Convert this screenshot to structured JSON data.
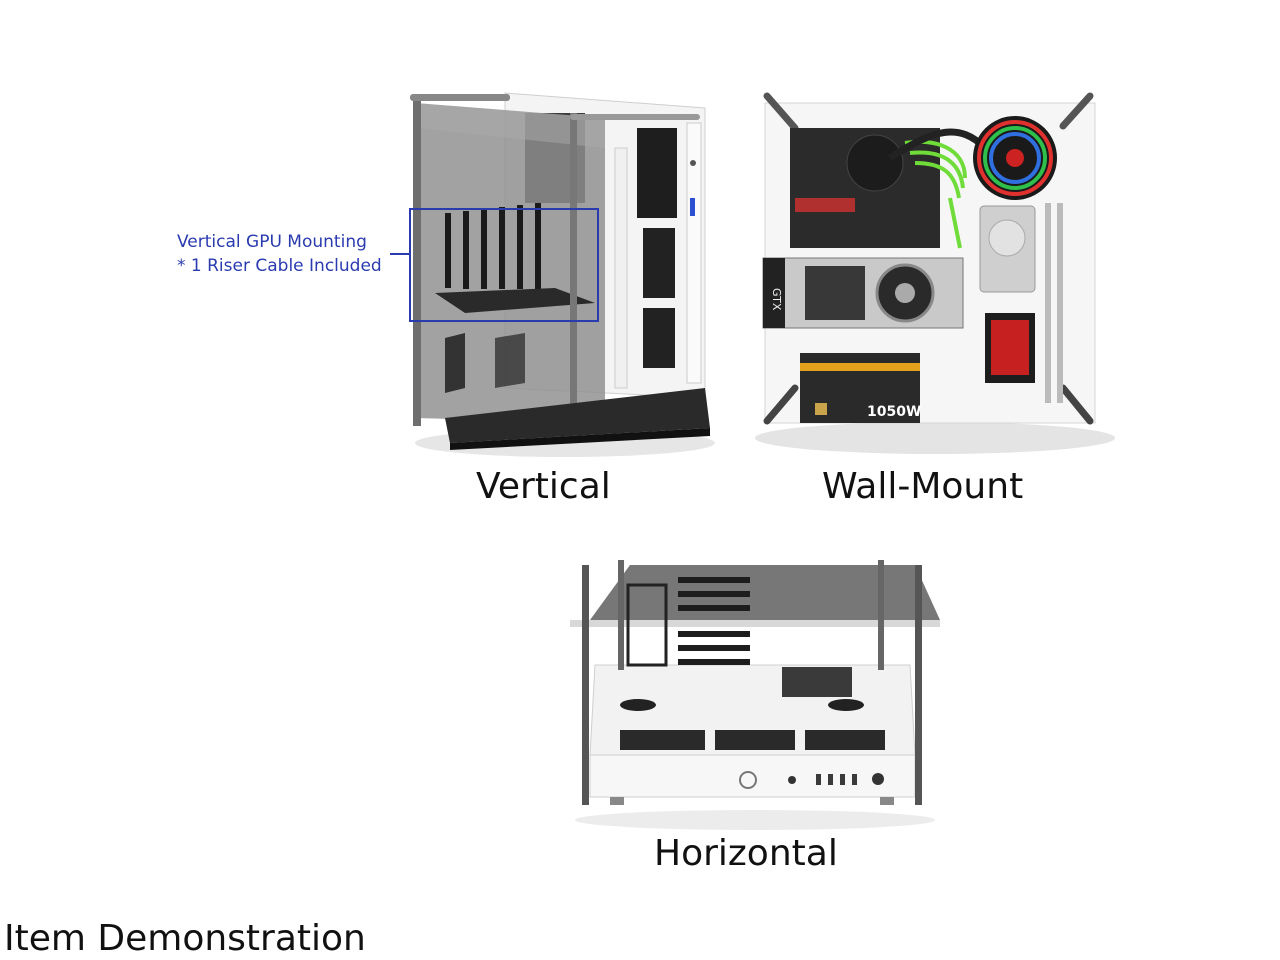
{
  "annotation": {
    "line1": "Vertical GPU Mounting",
    "line2": "* 1 Riser Cable Included",
    "color": "#2a3bb0"
  },
  "panels": {
    "vertical": {
      "caption": "Vertical"
    },
    "wall_mount": {
      "caption": "Wall-Mount",
      "gpu_label": "GTX",
      "psu_label": "1050W"
    },
    "horizontal": {
      "caption": "Horizontal"
    }
  },
  "footer": {
    "label": "Item Demonstration"
  }
}
